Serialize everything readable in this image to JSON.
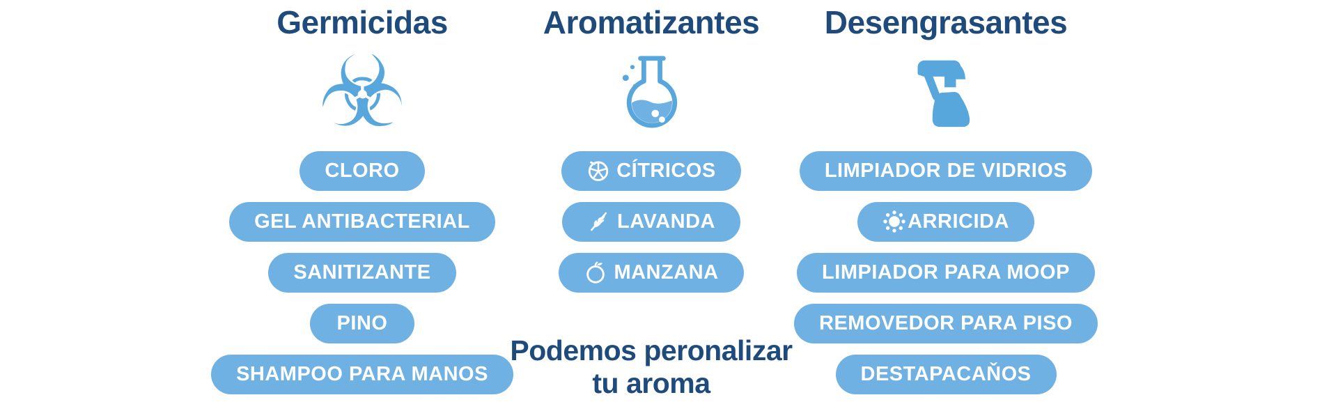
{
  "colors": {
    "background": "#ffffff",
    "heading_navy": "#1e4b7b",
    "pill_blue": "#6fb1e2",
    "icon_blue": "#57a7dd",
    "pill_text": "#ffffff"
  },
  "icons": {
    "biohazard_glyph": "☣",
    "column_icons": [
      "biohazard-icon",
      "flask-icon",
      "spray-bottle-icon"
    ],
    "pill_icons": [
      "citrus-icon",
      "lavender-icon",
      "apple-icon",
      "sun-icon"
    ]
  },
  "columns": [
    {
      "title": "Germicidas",
      "icon": "biohazard-icon",
      "pills": [
        {
          "label": "CLORO"
        },
        {
          "label": "GEL ANTIBACTERIAL"
        },
        {
          "label": "SANITIZANTE"
        },
        {
          "label": "PINO"
        },
        {
          "label": "SHAMPOO PARA MANOS"
        }
      ]
    },
    {
      "title": "Aromatizantes",
      "icon": "flask-icon",
      "pills": [
        {
          "label": "CÍTRICOS",
          "icon": "citrus-icon"
        },
        {
          "label": "LAVANDA",
          "icon": "lavender-icon"
        },
        {
          "label": "MANZANA",
          "icon": "apple-icon"
        }
      ],
      "note_line1": "Podemos peronalizar",
      "note_line2": "tu aroma"
    },
    {
      "title": "Desengrasantes",
      "icon": "spray-bottle-icon",
      "pills": [
        {
          "label": "LIMPIADOR DE VIDRIOS"
        },
        {
          "label": "ARRICIDA",
          "icon": "sun-icon"
        },
        {
          "label": "LIMPIADOR PARA MOOP"
        },
        {
          "label": "REMOVEDOR PARA PISO"
        },
        {
          "label": "DESTAPACAŇOS"
        }
      ]
    }
  ]
}
